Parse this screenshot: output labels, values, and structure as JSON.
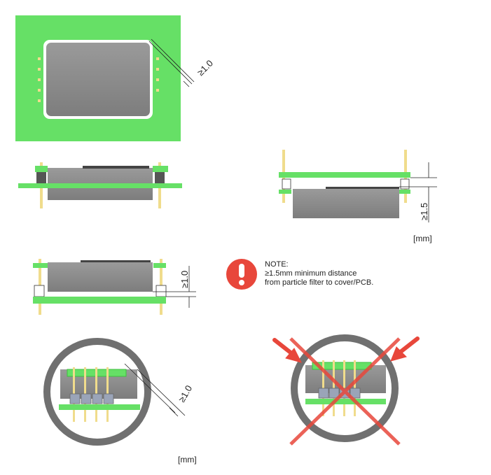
{
  "dimensions": {
    "top_view_clearance": "≥1.0",
    "side_view_a_clearance": "≥1.5",
    "side_view_b_clearance": "≥1.0",
    "round_view_clearance": "≥1.0"
  },
  "units": {
    "right_label": "[mm]",
    "bottom_label": "[mm]"
  },
  "note": {
    "title": "NOTE:",
    "line1": "≥1.5mm minimum distance",
    "line2": "from particle filter to cover/PCB."
  },
  "colors": {
    "pcb_green": "#66e066",
    "pcb_green_dark": "#3fbf3f",
    "sensor_gray": "#888888",
    "pin_gold": "#f0dc8c",
    "warning_red": "#e8473b",
    "cross_red": "#e8473b",
    "ring_gray": "#707070"
  }
}
